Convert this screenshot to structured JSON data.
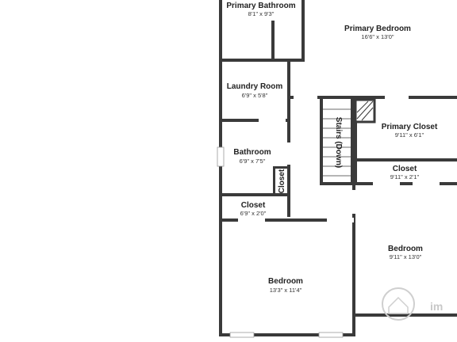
{
  "rooms": {
    "primary_bathroom": {
      "name": "Primary Bathroom",
      "dims": "8'1\" x 9'3\""
    },
    "primary_bedroom": {
      "name": "Primary Bedroom",
      "dims": "16'6\" x 13'0\""
    },
    "laundry_room": {
      "name": "Laundry Room",
      "dims": "6'9\" x 5'8\""
    },
    "primary_closet": {
      "name": "Primary Closet",
      "dims": "9'11\" x 6'1\""
    },
    "stairs": {
      "name": "Stairs (Down)"
    },
    "bathroom": {
      "name": "Bathroom",
      "dims": "6'9\" x 7'5\""
    },
    "small_closet": {
      "name": "Closet"
    },
    "closet_right": {
      "name": "Closet",
      "dims": "9'11\" x 2'1\""
    },
    "closet_left": {
      "name": "Closet",
      "dims": "6'9\" x 2'0\""
    },
    "bedroom_right": {
      "name": "Bedroom",
      "dims": "9'11\" x 13'0\""
    },
    "bedroom_left": {
      "name": "Bedroom",
      "dims": "13'3\" x 11'4\""
    }
  },
  "watermark": "im"
}
